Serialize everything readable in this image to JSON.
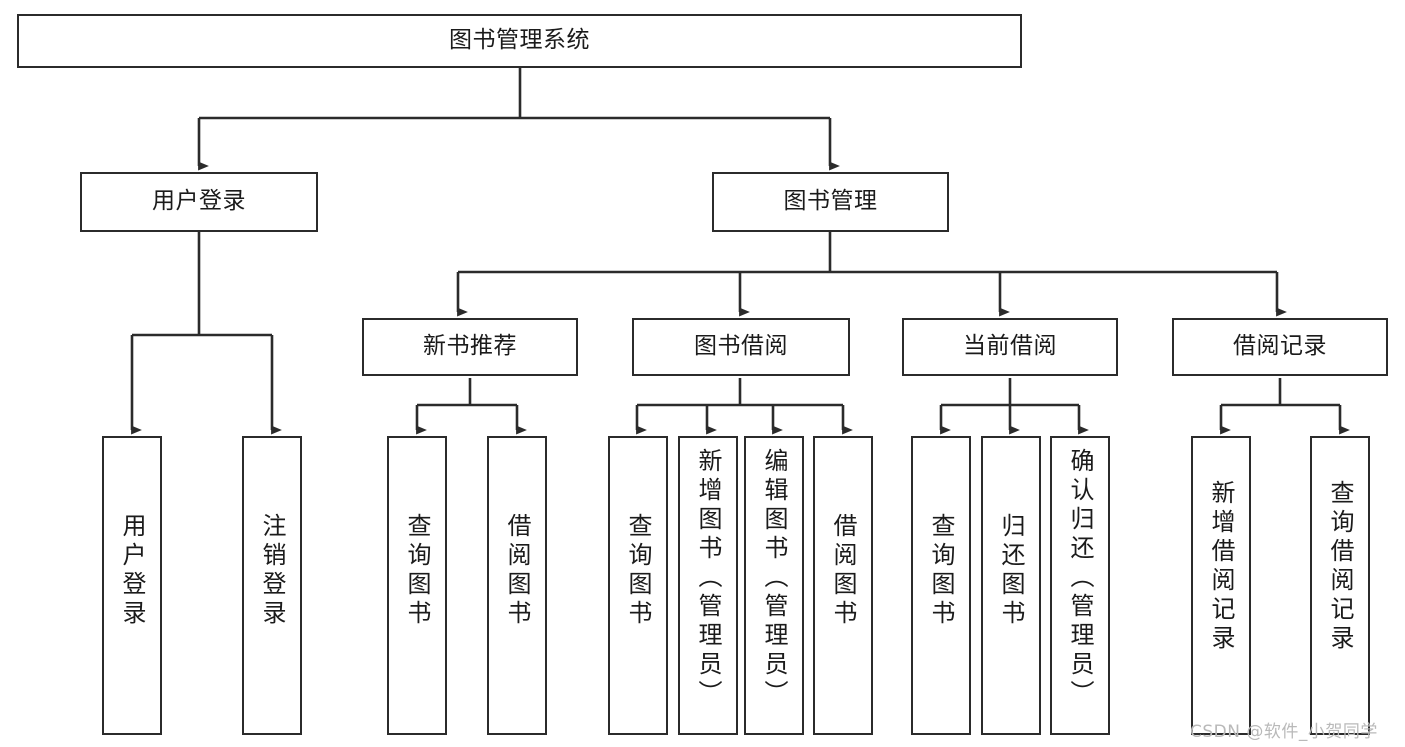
{
  "diagram": {
    "title": "图书管理系统",
    "type": "hierarchy-tree",
    "root": {
      "label": "图书管理系统"
    },
    "level1": [
      {
        "label": "用户登录"
      },
      {
        "label": "图书管理"
      }
    ],
    "level2": [
      {
        "label": "新书推荐"
      },
      {
        "label": "图书借阅"
      },
      {
        "label": "当前借阅"
      },
      {
        "label": "借阅记录"
      }
    ],
    "leaves": {
      "user_login": [
        {
          "label": "用户登录"
        },
        {
          "label": "注销登录"
        }
      ],
      "new_book_recommend": [
        {
          "label": "查询图书"
        },
        {
          "label": "借阅图书"
        }
      ],
      "book_borrow": [
        {
          "label": "查询图书"
        },
        {
          "label": "新增图书（管理员）"
        },
        {
          "label": "编辑图书（管理员）"
        },
        {
          "label": "借阅图书"
        }
      ],
      "current_borrow": [
        {
          "label": "查询图书"
        },
        {
          "label": "归还图书"
        },
        {
          "label": "确认归还（管理员）"
        }
      ],
      "borrow_records": [
        {
          "label": "新增借阅记录"
        },
        {
          "label": "查询借阅记录"
        }
      ]
    }
  },
  "watermark": {
    "text": "CSDN @软件_小贺同学"
  },
  "colors": {
    "stroke": "#2b2b2b",
    "background": "#ffffff",
    "text": "#1b1b1b",
    "watermark": "#b9b9b9"
  }
}
